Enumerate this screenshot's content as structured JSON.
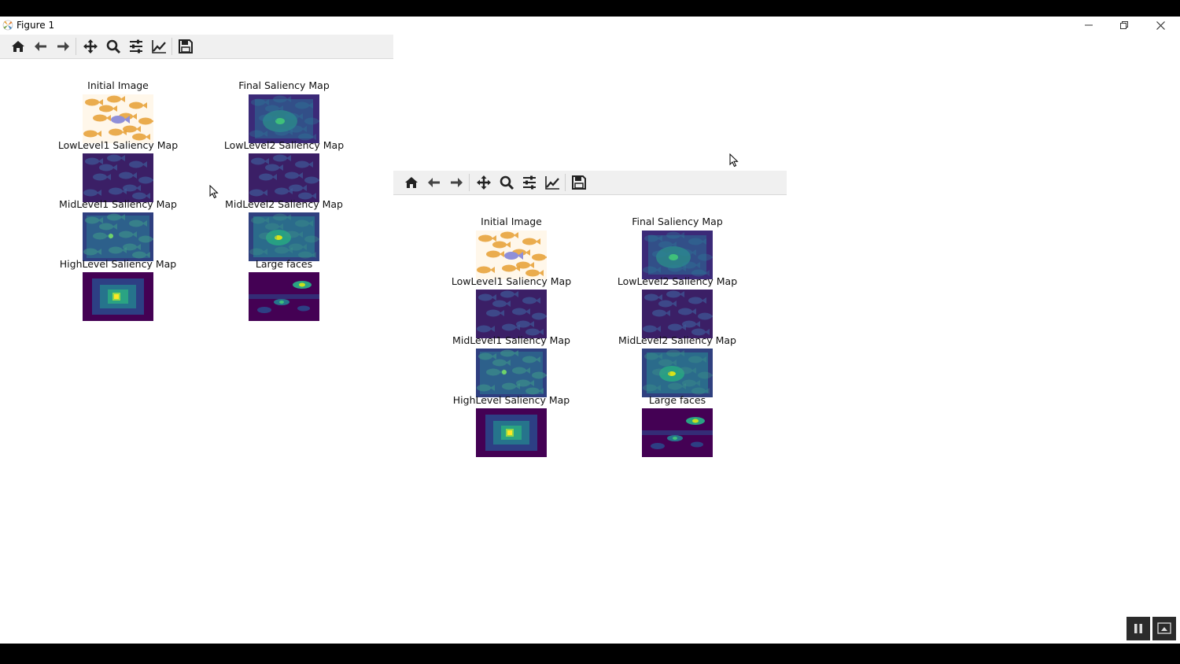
{
  "window": {
    "title": "Figure 1",
    "controls": [
      "minimize",
      "restore",
      "close"
    ]
  },
  "toolbar": {
    "buttons": [
      {
        "name": "home",
        "icon": "home-icon"
      },
      {
        "name": "back",
        "icon": "arrow-left-icon"
      },
      {
        "name": "forward",
        "icon": "arrow-right-icon"
      },
      {
        "name": "pan",
        "icon": "move-icon"
      },
      {
        "name": "zoom",
        "icon": "magnifier-icon"
      },
      {
        "name": "subplots",
        "icon": "sliders-icon"
      },
      {
        "name": "axes",
        "icon": "line-chart-icon"
      },
      {
        "name": "save",
        "icon": "floppy-icon"
      }
    ]
  },
  "figure_left": {
    "subplots": [
      {
        "title": "Initial Image",
        "kind": "photo"
      },
      {
        "title": "Final Saliency Map",
        "kind": "final"
      },
      {
        "title": "LowLevel1 Saliency Map",
        "kind": "low"
      },
      {
        "title": "LowLevel2 Saliency Map",
        "kind": "low"
      },
      {
        "title": "MidLevel1 Saliency Map",
        "kind": "mid1"
      },
      {
        "title": "MidLevel2 Saliency Map",
        "kind": "mid2"
      },
      {
        "title": "HighLevel Saliency Map",
        "kind": "high"
      },
      {
        "title": "Large faces",
        "kind": "faces"
      }
    ]
  },
  "figure_right": {
    "subplots": [
      {
        "title": "Initial Image",
        "kind": "photo"
      },
      {
        "title": "Final Saliency Map",
        "kind": "final"
      },
      {
        "title": "LowLevel1 Saliency Map",
        "kind": "low"
      },
      {
        "title": "LowLevel2 Saliency Map",
        "kind": "low"
      },
      {
        "title": "MidLevel1 Saliency Map",
        "kind": "mid1"
      },
      {
        "title": "MidLevel2 Saliency Map",
        "kind": "mid2"
      },
      {
        "title": "HighLevel Saliency Map",
        "kind": "high"
      },
      {
        "title": "Large faces",
        "kind": "faces"
      }
    ]
  },
  "colors": {
    "viridis_dark": "#440154",
    "viridis_mid": "#2c728e",
    "viridis_green": "#27ad81",
    "viridis_yellow": "#fde725",
    "toolbar_bg": "#f0f0f0"
  },
  "player": {
    "buttons": [
      "pause-icon",
      "fullscreen-icon"
    ]
  }
}
